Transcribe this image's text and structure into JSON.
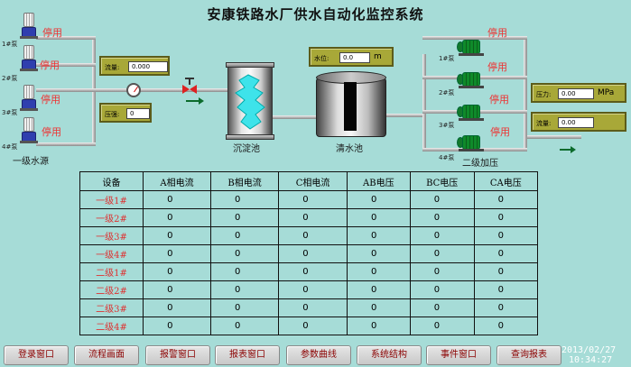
{
  "title": "安康铁路水厂供水自动化监控系统",
  "primary_pumps": [
    {
      "label": "1#泵",
      "status": "停用"
    },
    {
      "label": "2#泵",
      "status": "停用"
    },
    {
      "label": "3#泵",
      "status": "停用"
    },
    {
      "label": "4#泵",
      "status": "停用"
    }
  ],
  "primary_label": "一级水源",
  "flow_panel": {
    "label": "流量:",
    "value": "0.000"
  },
  "pressure_panel_left": {
    "label": "压强:",
    "value": "0"
  },
  "sedimentation_label": "沉淀池",
  "clearwater_label": "清水池",
  "level_panel": {
    "label": "水位:",
    "value": "0.0",
    "unit": "m"
  },
  "secondary_pumps": [
    {
      "label": "1#泵",
      "status": "停用"
    },
    {
      "label": "2#泵",
      "status": "停用"
    },
    {
      "label": "3#泵",
      "status": "停用"
    },
    {
      "label": "4#泵",
      "status": "停用"
    }
  ],
  "secondary_label": "二级加压",
  "outlet_pressure_panel": {
    "label": "压力:",
    "value": "0.00",
    "unit": "MPa"
  },
  "outlet_flow_panel": {
    "label": "流量:",
    "value": "0.00"
  },
  "table": {
    "headers": [
      "设备",
      "A相电流",
      "B相电流",
      "C相电流",
      "AB电压",
      "BC电压",
      "CA电压"
    ],
    "rows": [
      {
        "device": "一级1#",
        "values": [
          "0",
          "0",
          "0",
          "0",
          "0",
          "0"
        ]
      },
      {
        "device": "一级2#",
        "values": [
          "0",
          "0",
          "0",
          "0",
          "0",
          "0"
        ]
      },
      {
        "device": "一级3#",
        "values": [
          "0",
          "0",
          "0",
          "0",
          "0",
          "0"
        ]
      },
      {
        "device": "一级4#",
        "values": [
          "0",
          "0",
          "0",
          "0",
          "0",
          "0"
        ]
      },
      {
        "device": "二级1#",
        "values": [
          "0",
          "0",
          "0",
          "0",
          "0",
          "0"
        ]
      },
      {
        "device": "二级2#",
        "values": [
          "0",
          "0",
          "0",
          "0",
          "0",
          "0"
        ]
      },
      {
        "device": "二级3#",
        "values": [
          "0",
          "0",
          "0",
          "0",
          "0",
          "0"
        ]
      },
      {
        "device": "二级4#",
        "values": [
          "0",
          "0",
          "0",
          "0",
          "0",
          "0"
        ]
      }
    ]
  },
  "nav": [
    "登录窗口",
    "流程画面",
    "报警窗口",
    "报表窗口",
    "参数曲线",
    "系统结构",
    "事件窗口",
    "查询报表"
  ],
  "clock": {
    "date": "2013/02/27",
    "time": "10:34:27"
  },
  "colors": {
    "background": "#a6dcd7",
    "status_stop": "#e33333",
    "panel": "#a8a838",
    "nav_text": "#8b0000"
  }
}
